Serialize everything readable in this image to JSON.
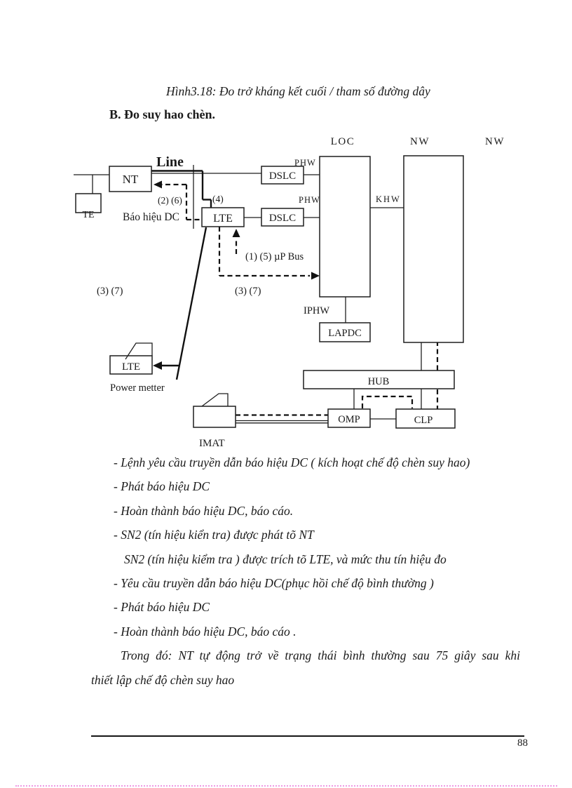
{
  "page": {
    "title": "Hình3.18: Đo trở kháng kết cuối / tham số đường dây",
    "section_heading": "B. Đo suy hao chèn.",
    "page_number": "88"
  },
  "diagram": {
    "line_label": "Line",
    "boxes": {
      "nt": "NT",
      "te": "TE",
      "lte": "LTE",
      "dslc1": "DSLC",
      "dslc2": "DSLC",
      "lapdc": "LAPDC",
      "hub": "HUB",
      "omp": "OMP",
      "clp": "CLP",
      "power_lte": "LTE"
    },
    "labels": {
      "loc": "LOC",
      "nw1": "NW",
      "nw2": "NW",
      "phw1": "PHW",
      "phw2": "PHW",
      "khw": "KHW",
      "steps_2_6": "(2) (6)",
      "step_4": "(4)",
      "bao_hieu_dc": "Báo hiệu DC",
      "steps_1_5_bus": "(1) (5)  µP Bus",
      "steps_3_7_left": "(3) (7)",
      "steps_3_7_mid": "(3) (7)",
      "iphw": "IPHW",
      "power_meter": "Power metter",
      "imat": "IMAT"
    }
  },
  "list": {
    "items": [
      "- Lệnh yêu cầu truyền dẫn báo hiệu DC ( kích hoạt chế độ chèn suy hao)",
      "- Phát báo hiệu DC",
      "- Hoàn thành báo hiệu DC, báo cáo.",
      "- SN2 (tín hiệu kiển tra) được phát tõ NT",
      "SN2 (tín hiệu kiểm tra ) được trích tõ LTE, và mức thu tín hiệu đo",
      "- Yêu cầu truyền dẫn báo hiệu DC(phục hồi chế độ bình thường )",
      "- Phát báo hiệu DC",
      "- Hoàn thành báo hiệu DC, báo cáo ."
    ]
  },
  "closing": {
    "line1": "Trong đó: NT tự động trở về trạng thái bình thường sau 75 giây sau khi",
    "line2": "thiết lập chế độ chèn suy hao"
  }
}
